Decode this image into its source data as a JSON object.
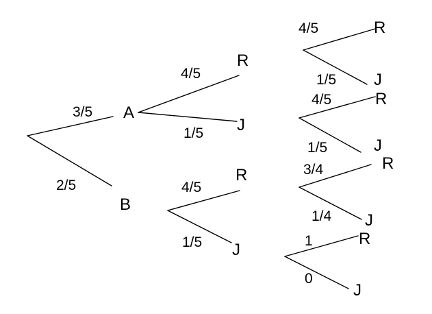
{
  "tree": {
    "level1": {
      "nodes": [
        "A",
        "B"
      ],
      "probabilities": [
        "3/5",
        "2/5"
      ]
    },
    "level2": {
      "from_A": {
        "nodes": [
          "R",
          "J"
        ],
        "probabilities": [
          "4/5",
          "1/5"
        ]
      },
      "from_B": {
        "nodes": [
          "R",
          "J"
        ],
        "probabilities": [
          "4/5",
          "1/5"
        ]
      }
    },
    "level3": [
      {
        "nodes": [
          "R",
          "J"
        ],
        "probabilities": [
          "4/5",
          "1/5"
        ]
      },
      {
        "nodes": [
          "R",
          "J"
        ],
        "probabilities": [
          "4/5",
          "1/5"
        ]
      },
      {
        "nodes": [
          "R",
          "J"
        ],
        "probabilities": [
          "3/4",
          "1/4"
        ]
      },
      {
        "nodes": [
          "R",
          "J"
        ],
        "probabilities": [
          "1",
          "0"
        ]
      }
    ]
  }
}
